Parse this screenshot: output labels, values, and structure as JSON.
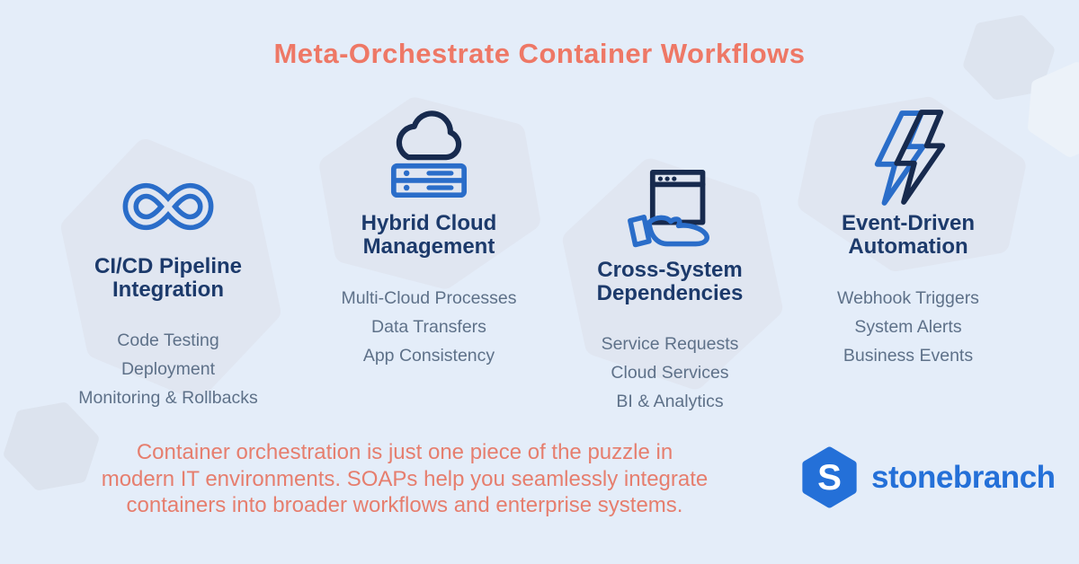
{
  "title": "Meta-Orchestrate Container Workflows",
  "columns": [
    {
      "icon": "infinity-loop-icon",
      "heading_line1": "CI/CD Pipeline",
      "heading_line2": "Integration",
      "items": [
        "Code Testing",
        "Deployment",
        "Monitoring & Rollbacks"
      ]
    },
    {
      "icon": "cloud-server-icon",
      "heading_line1": "Hybrid Cloud",
      "heading_line2": "Management",
      "items": [
        "Multi-Cloud Processes",
        "Data Transfers",
        "App Consistency"
      ]
    },
    {
      "icon": "window-hand-icon",
      "heading_line1": "Cross-System",
      "heading_line2": "Dependencies",
      "items": [
        "Service Requests",
        "Cloud Services",
        "BI & Analytics"
      ]
    },
    {
      "icon": "lightning-bolt-icon",
      "heading_line1": "Event-Driven",
      "heading_line2": "Automation",
      "items": [
        "Webhook Triggers",
        "System Alerts",
        "Business Events"
      ]
    }
  ],
  "footer": {
    "lines": [
      "Container orchestration is just one piece of the puzzle in",
      "modern IT environments. SOAPs help you seamlessly integrate",
      "containers into broader workflows and enterprise systems."
    ]
  },
  "brand": {
    "monogram": "S",
    "name": "stonebranch"
  },
  "colors": {
    "background": "#e4edf9",
    "hexagon_decoration": "#e0e6f1",
    "title_accent": "#ee7866",
    "footer_accent": "#e67e6e",
    "heading_navy": "#1c3a6b",
    "item_gray": "#5e7189",
    "icon_blue": "#2a6dc9",
    "icon_navy": "#172a4e",
    "brand_blue": "#2470d8"
  }
}
